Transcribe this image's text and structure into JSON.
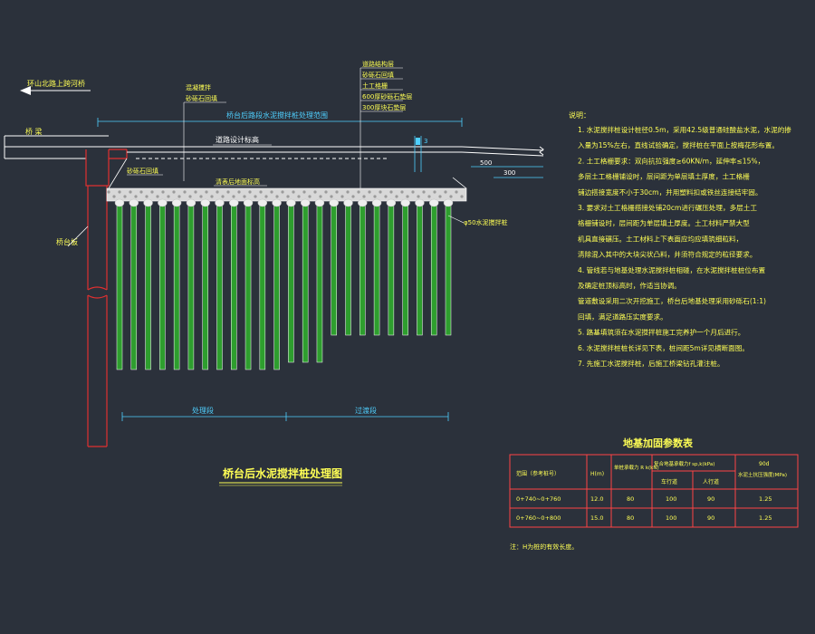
{
  "labels": {
    "direction_arrow": "环山北路上跨河桥",
    "bridge_beam": "桥 梁",
    "abutment": "桥台板",
    "road_layers": [
      "道路结构层",
      "砂砾石回填",
      "土工格栅",
      "600厚砂砾石垫层",
      "300厚块石垫层"
    ],
    "gravel_fill_top": [
      "混凝搅拌",
      "砂砾石回填"
    ],
    "treatment_range": "桥台后路段水泥搅拌桩处理范围",
    "design_line": "道路设计标高",
    "gravel_fill": "砂砾石回填",
    "cleared_ground": "清表后地面标高",
    "pile_label": "φ50水泥搅拌桩",
    "dim_a": "500",
    "dim_b": "300",
    "dim_c": "3",
    "section_1": "处理段",
    "section_2": "过渡段"
  },
  "drawing_title": "桥台后水泥搅拌桩处理图",
  "notes": {
    "header": "说明：",
    "items": [
      "1. 水泥搅拌桩设计桩径0.5m，采用42.5级普通硅酸盐水泥，水泥的掺",
      "   入量为15%左右，直线试验确定，搅拌桩在平面上按梅花形布置。",
      "2. 土工格栅要求：双向抗拉强度≥60KN/m，延伸率≤15%，",
      "   多层土工格栅铺设时，层间距为单层填土厚度，土工格栅",
      "   铺边搭接宽度不小于30cm，并用塑料扣或铁丝连接结牢固。",
      "3. 要求对土工格栅搭接处铺20cm进行碾压处理，多层土工",
      "   格栅铺设时，层间距为单层填土厚度。土工材料严禁大型",
      "   机具直接碾压。土工材料上下表面应均应填筑细粒料，",
      "   清除混入其中的大块尖状凸料，并须符合规定的粒径要求。",
      "4. 管线若与地基处理水泥搅拌桩相碰，在水泥搅拌桩桩位布置",
      "   及确定桩顶标高时，作适当协调。",
      "   管道敷设采用二次开挖施工，桥台后地基处理采用砂砾石(1:1)",
      "   回填，满足道路压实度要求。",
      "5. 路基填筑须在水泥搅拌桩施工完养护一个月后进行。",
      "6. 水泥搅拌桩桩长详见下表，桩间距5m详见横断面图。",
      "7. 先施工水泥搅拌桩，后施工桥梁钻孔灌注桩。"
    ]
  },
  "table": {
    "title": "地基加固参数表",
    "headers": {
      "col1": "范围（参考桩号）",
      "col2": "H(m)",
      "col3": "单桩承载力 R k(kN)",
      "col4": "复合地基承载力f sp,k(kPa)",
      "col4a": "车行道",
      "col4b": "人行道",
      "col5a": "90d",
      "col5b": "水泥土抗压强度(MPa)"
    },
    "rows": [
      {
        "range": "0+740~0+760",
        "h": "12.0",
        "rk": "80",
        "road": "100",
        "walk": "90",
        "strength": "1.25"
      },
      {
        "range": "0+760~0+800",
        "h": "15.0",
        "rk": "80",
        "road": "100",
        "walk": "90",
        "strength": "1.25"
      }
    ],
    "footnote": "注：H为桩的有效长度。"
  },
  "colors": {
    "background": "#2b313b",
    "pile": "#2e9e2e",
    "pile_top": "#eeeeee",
    "abutment": "#e03030",
    "road": "#ffffff",
    "dimension": "#4fd0ff",
    "annotation": "#ffff55"
  },
  "pile_count": 24
}
